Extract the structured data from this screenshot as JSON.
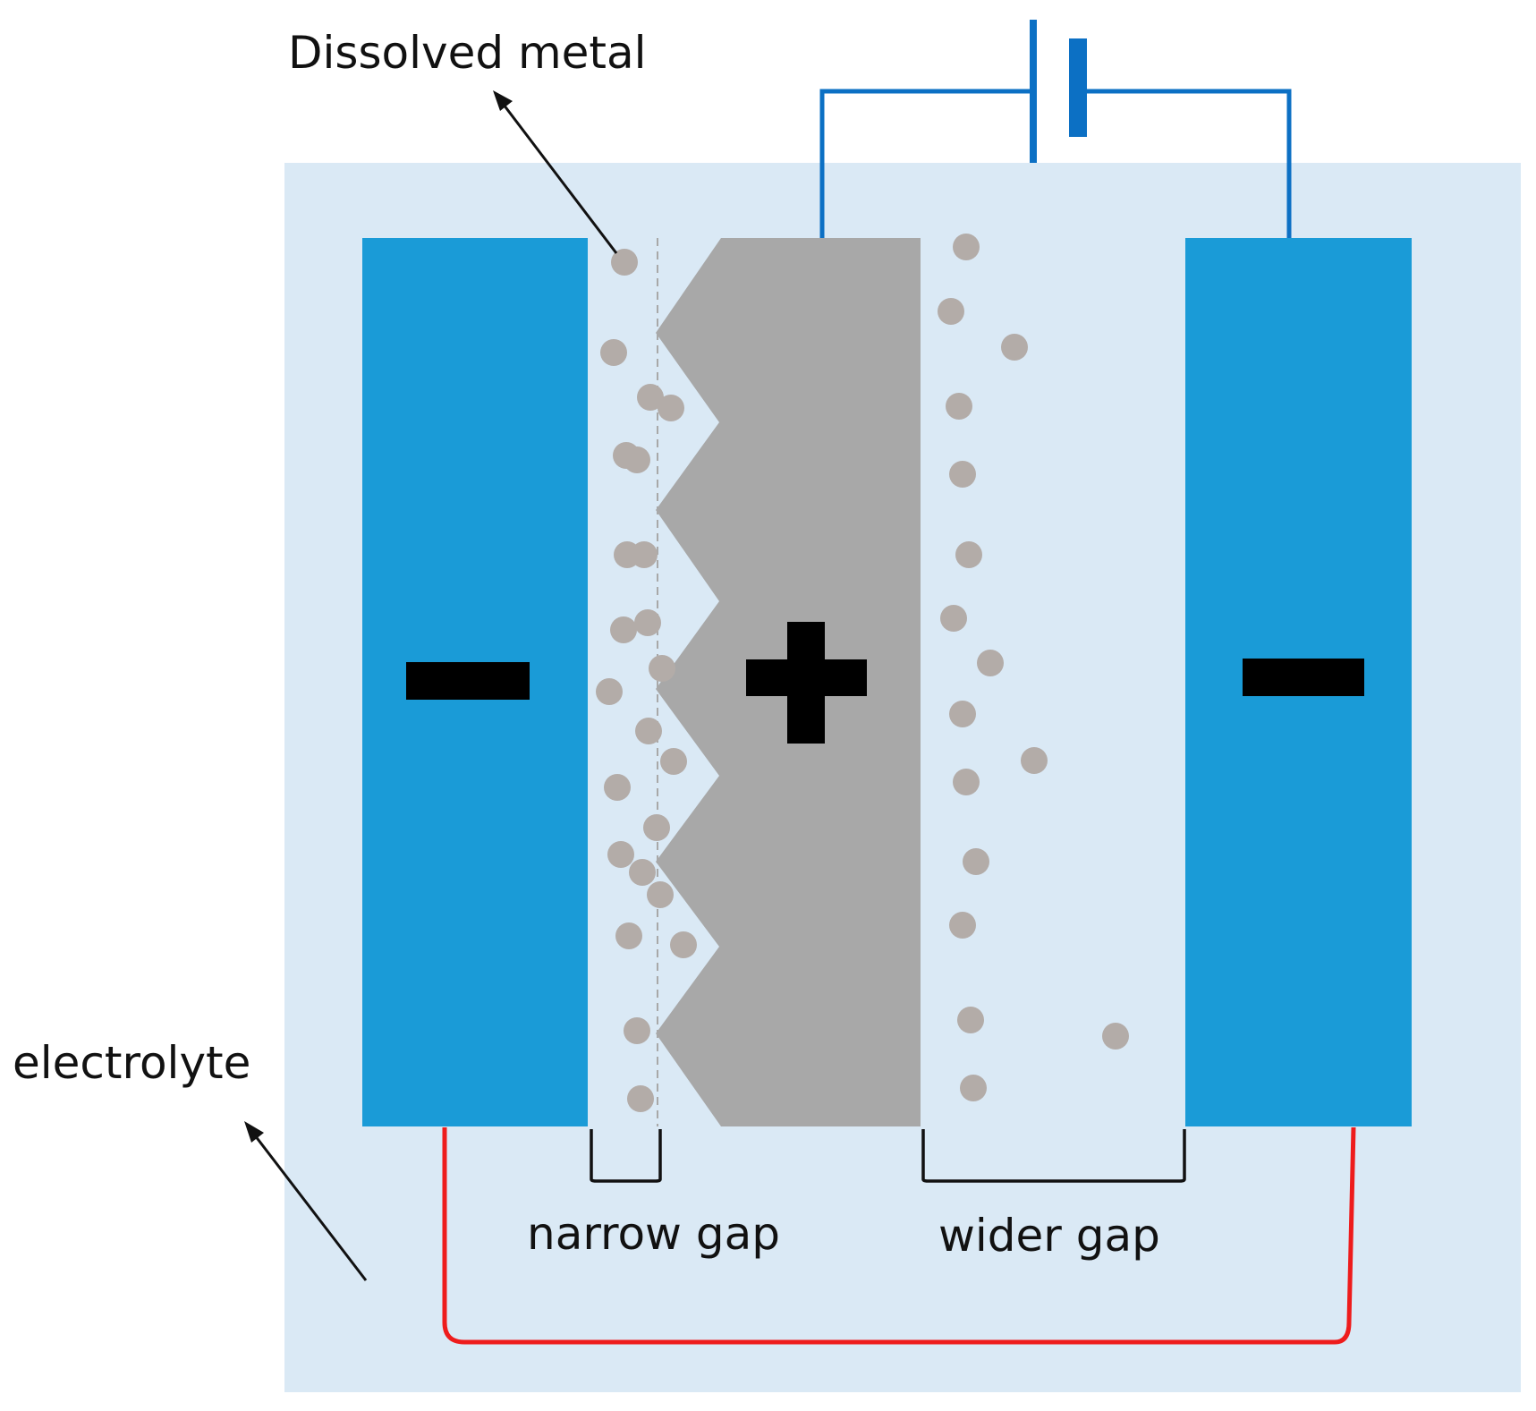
{
  "labels": {
    "dissolved_metal": "Dissolved metal",
    "electrolyte": "electrolyte",
    "narrow_gap": "narrow gap",
    "wider_gap": "wider gap"
  },
  "colors": {
    "electrolyte": "#dae9f5",
    "cathode": "#1a9bd7",
    "anode": "#a8a8a8",
    "particle": "#b3aca8",
    "power_wire": "#0c70c4",
    "return_wire": "#ee1c1c",
    "sign": "#000000"
  },
  "icons": {
    "power_source": "battery-symbol-icon",
    "left_electrode_sign": "minus-sign-icon",
    "right_electrode_sign": "minus-sign-icon",
    "workpiece_sign": "plus-sign-icon"
  }
}
